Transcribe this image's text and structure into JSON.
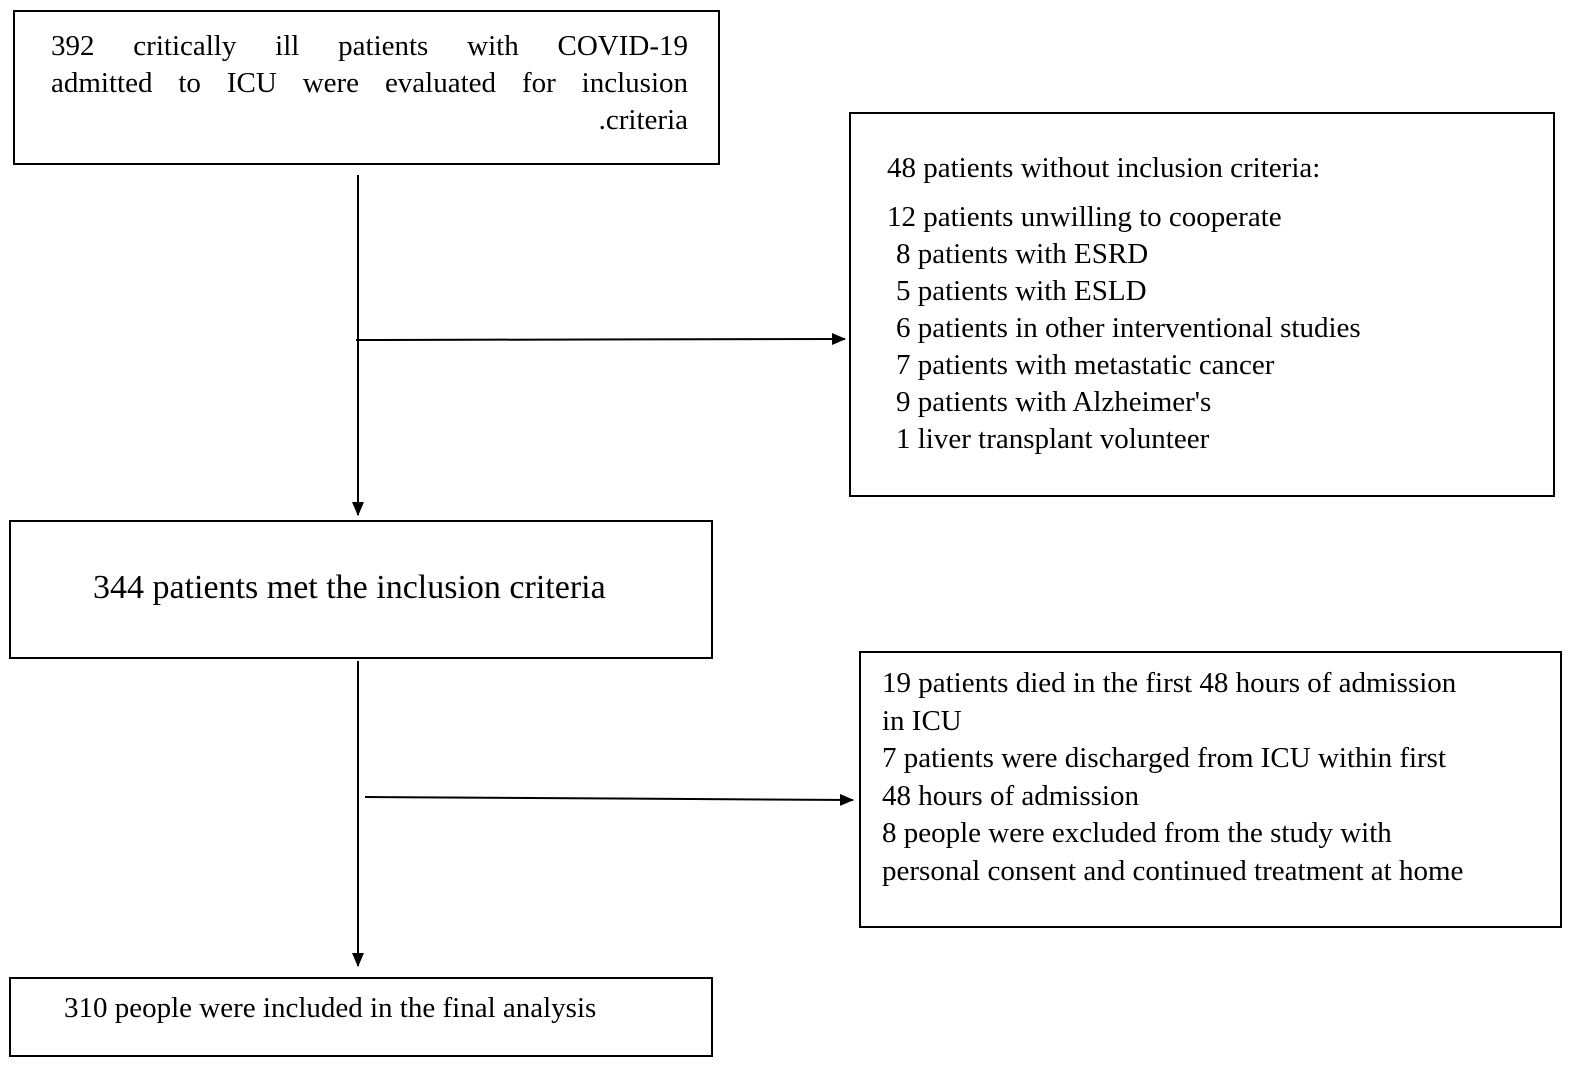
{
  "initial_box": {
    "line1": "392 critically ill patients with COVID-19",
    "line2": "admitted to ICU were evaluated for inclusion",
    "line3": ".criteria"
  },
  "excluded_first": {
    "heading": "48 patients without inclusion criteria:",
    "items": [
      "12 patients unwilling to cooperate",
      "8 patients with ESRD",
      "5 patients with ESLD",
      "6 patients in other interventional studies",
      "7 patients with metastatic cancer",
      "9 patients with Alzheimer's",
      "1 liver transplant volunteer"
    ]
  },
  "met_box": {
    "text": "344 patients met the inclusion criteria"
  },
  "excluded_second": {
    "lines": [
      "19 patients died in the first 48 hours of admission",
      "in ICU",
      "7 patients were discharged from ICU within first",
      "48 hours of admission",
      "8 people were excluded from the study with",
      "personal consent and continued treatment at home"
    ]
  },
  "final_box": {
    "text": "310 people were included in the final analysis"
  },
  "colors": {
    "line": "#000000",
    "background": "#ffffff"
  }
}
